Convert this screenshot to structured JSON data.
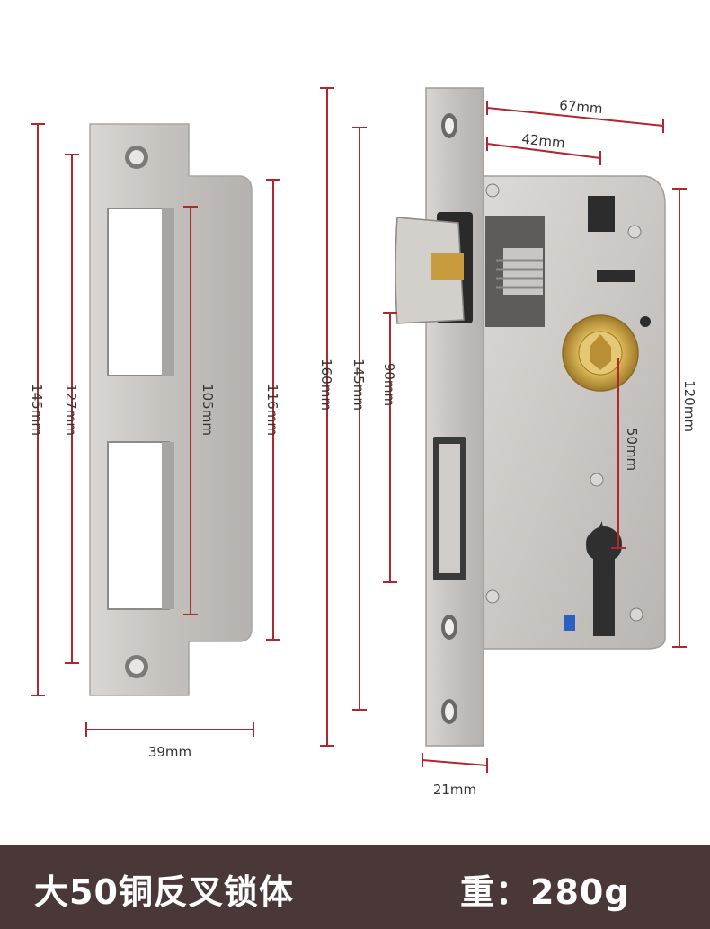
{
  "colors": {
    "footer_bg": "#4a3838",
    "dimension_line": "#b0282d",
    "steel": "#c9c6c4",
    "brass": "#d4b15a"
  },
  "dimensions": {
    "strike_height_outer": "145mm",
    "strike_height_inner": "127mm",
    "strike_opening_span": "105mm",
    "strike_lip_height": "116mm",
    "strike_width": "39mm",
    "faceplate_height": "160mm",
    "faceplate_hole_span": "145mm",
    "latch_to_deadbolt": "90mm",
    "backset_total": "67mm",
    "backset": "42mm",
    "spindle_to_cylinder": "50mm",
    "case_height": "120mm",
    "faceplate_width": "21mm"
  },
  "footer": {
    "product_name": "大50铜反叉锁体",
    "weight_text": "重：280g"
  }
}
